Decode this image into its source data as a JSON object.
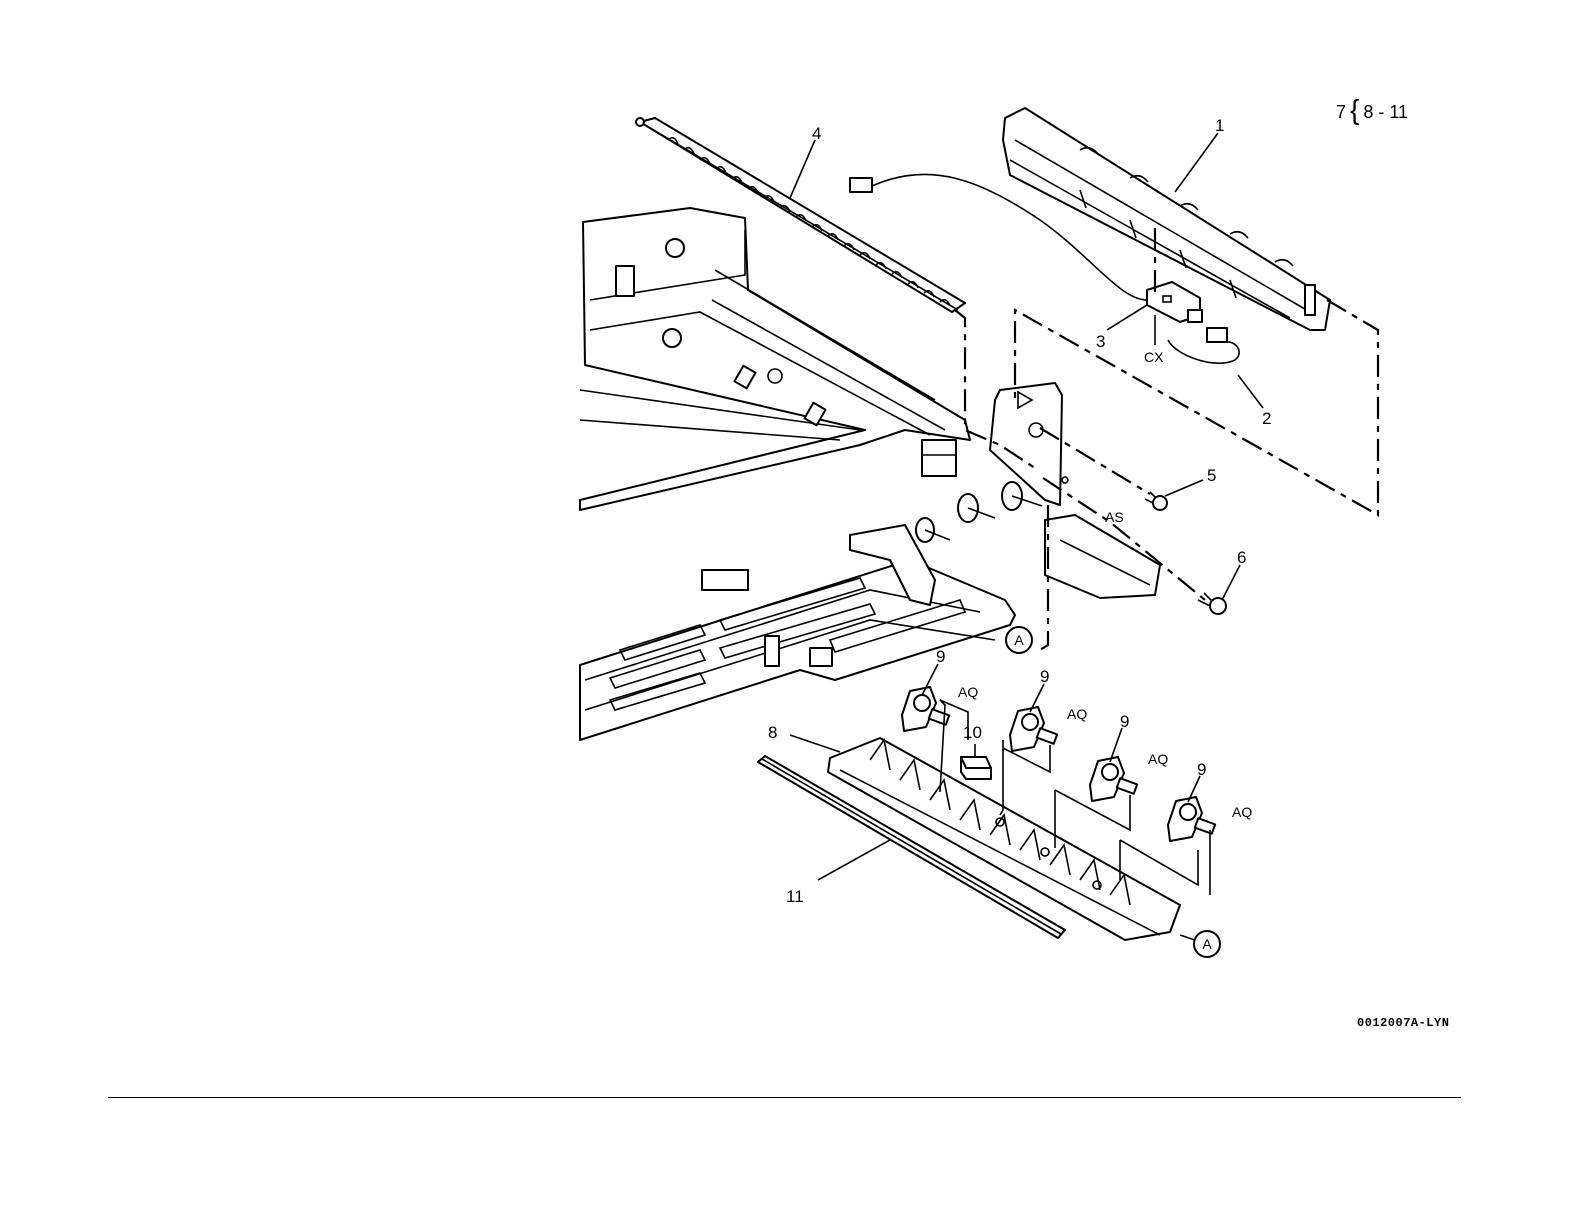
{
  "reference": {
    "part_number": "7",
    "range": "8 - 11"
  },
  "callouts": {
    "c1": "1",
    "c2": "2",
    "c3": "3",
    "c4": "4",
    "c5": "5",
    "c6": "6",
    "c8": "8",
    "c9a": "9",
    "c9b": "9",
    "c9c": "9",
    "c9d": "9",
    "c10": "10",
    "c11": "11"
  },
  "codes": {
    "cx": "CX",
    "as": "AS",
    "aq1": "AQ",
    "aq2": "AQ",
    "aq3": "AQ",
    "aq4": "AQ",
    "a_upper": "A",
    "a_lower": "A"
  },
  "figure_id": "0012007A-LYN"
}
